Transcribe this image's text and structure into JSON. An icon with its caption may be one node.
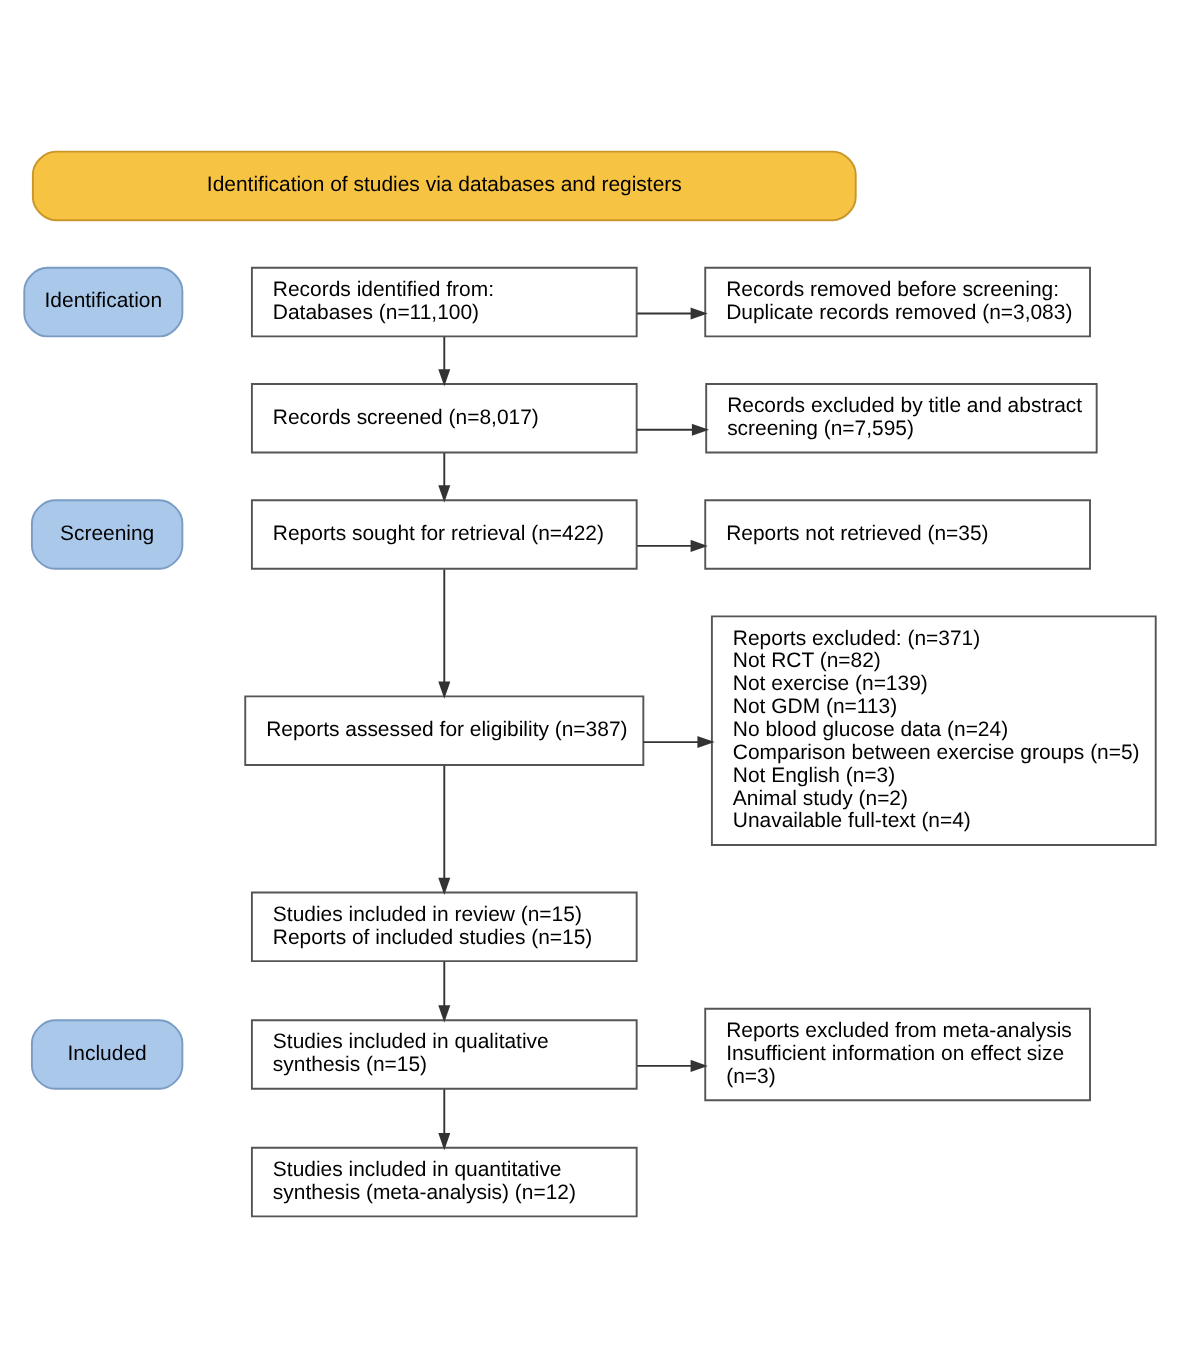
{
  "diagram": {
    "nodes": [
      {
        "text": [
          "Identification of studies via databases and registers"
        ]
      },
      {
        "text": [
          "Identification"
        ]
      },
      {
        "text": [
          "Screening"
        ]
      },
      {
        "text": [
          "Included"
        ]
      },
      {
        "text": [
          "Records identified from:",
          "Databases (n=11,100)"
        ]
      },
      {
        "text": [
          "Records removed before screening: Duplicate records removed (n=3,083)"
        ]
      },
      {
        "text": [
          "Records screened (n=8,017)"
        ]
      },
      {
        "text": [
          "Records excluded by title and abstract screening (n=7,595)"
        ]
      },
      {
        "text": [
          "Reports sought for retrieval (n=422)"
        ]
      },
      {
        "text": [
          "Reports not retrieved (n=35)"
        ]
      },
      {
        "text": [
          "Reports assessed for eligibility (n=387)"
        ]
      },
      {
        "text": [
          "Reports excluded: (n=371)",
          "Not RCT (n=82)",
          "Not exercise (n=139)",
          "Not GDM (n=113)",
          "No blood glucose data (n=24)",
          "Comparison between exercise groups (n=5)",
          "Not English (n=3)",
          "Animal study (n=2)",
          "Unavailable full-text (n=4)"
        ]
      },
      {
        "text": [
          "Studies included in review (n=15)",
          "Reports of included studies (n=15)"
        ]
      },
      {
        "text": [
          "Studies included in qualitative synthesis (n=15)"
        ]
      },
      {
        "text": [
          "Reports excluded from meta-analysis",
          "Insufficient information on effect size (n=3)"
        ]
      },
      {
        "text": [
          "Studies included in quantitative synthesis (meta-analysis) (n=12)"
        ]
      }
    ],
    "edges": [
      {
        "from": 4,
        "to": 5,
        "arrow": "to"
      },
      {
        "from": 4,
        "to": 6,
        "arrow": "to"
      },
      {
        "from": 6,
        "to": 7,
        "arrow": "to"
      },
      {
        "from": 6,
        "to": 8,
        "arrow": "to"
      },
      {
        "from": 8,
        "to": 9,
        "arrow": "to"
      },
      {
        "from": 8,
        "to": 10,
        "arrow": "to"
      },
      {
        "from": 10,
        "to": 11,
        "arrow": "to"
      },
      {
        "from": 10,
        "to": 12,
        "arrow": "to"
      },
      {
        "from": 12,
        "to": 13,
        "arrow": "to"
      },
      {
        "from": 13,
        "to": 14,
        "arrow": "to"
      },
      {
        "from": 13,
        "to": 15,
        "arrow": "to"
      }
    ]
  }
}
